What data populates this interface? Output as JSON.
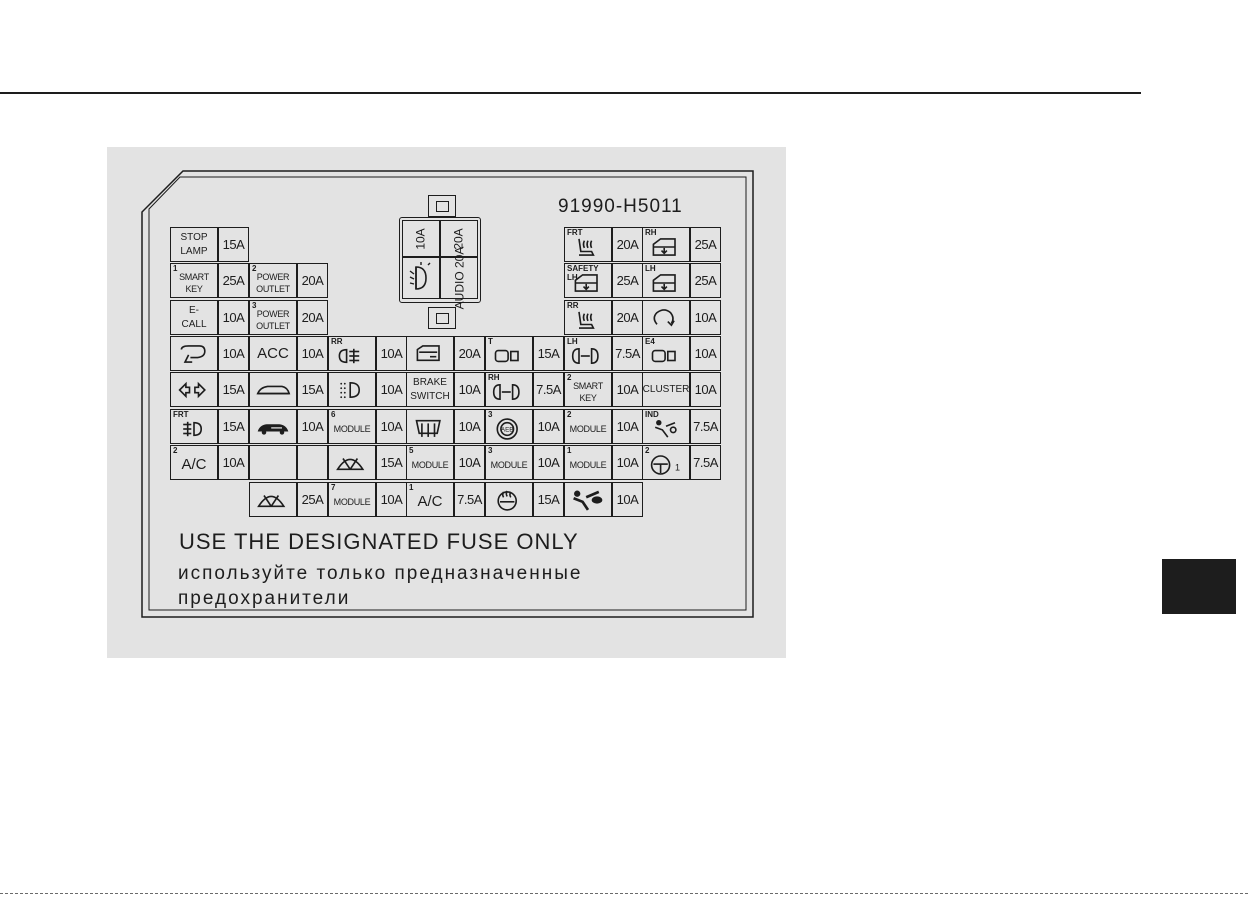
{
  "part_number": "91990-H5011",
  "warning_en": "USE THE DESIGNATED FUSE ONLY",
  "warning_ru_1": "используйте только предназначенные",
  "warning_ru_2": "предохранители",
  "relay": {
    "top_left": "10A",
    "top_right": "20A",
    "bottom_right": "AUDIO 20A"
  },
  "cells": [
    {
      "id": "c1",
      "type": "text",
      "t": "STOP\nLAMP"
    },
    {
      "id": "c2",
      "type": "text",
      "tag": "1",
      "t": "SMART\nKEY"
    },
    {
      "id": "c3",
      "type": "text",
      "tag": "2",
      "t": "POWER\nOUTLET"
    },
    {
      "id": "c4",
      "type": "text",
      "t": "E-\nCALL"
    },
    {
      "id": "c5",
      "type": "text",
      "tag": "3",
      "t": "POWER\nOUTLET"
    },
    {
      "id": "c6",
      "type": "icon",
      "icon": "mirror-fold-icon"
    },
    {
      "id": "c7",
      "type": "text",
      "t": "ACC",
      "big": true
    },
    {
      "id": "c8",
      "type": "icon",
      "icon": "rear-fog-icon",
      "tag": "RR"
    },
    {
      "id": "c9",
      "type": "icon",
      "icon": "door-lock-icon"
    },
    {
      "id": "c10",
      "type": "icon",
      "icon": "engine-tcu-icon",
      "tag": "T"
    },
    {
      "id": "c11",
      "type": "icon",
      "icon": "headlamp-icon",
      "tag": "LH"
    },
    {
      "id": "c12",
      "type": "icon",
      "icon": "engine-ecu-icon",
      "tag": "E4"
    },
    {
      "id": "c13",
      "type": "icon",
      "icon": "turn-signal-icon"
    },
    {
      "id": "c14",
      "type": "icon",
      "icon": "sunroof-icon"
    },
    {
      "id": "c15",
      "type": "icon",
      "icon": "high-beam-icon"
    },
    {
      "id": "c16",
      "type": "text",
      "t": "BRAKE\nSWITCH"
    },
    {
      "id": "c17",
      "type": "icon",
      "icon": "headlamp-icon",
      "tag": "RH"
    },
    {
      "id": "c18",
      "type": "text",
      "tag": "2",
      "t": "SMART\nKEY"
    },
    {
      "id": "c19",
      "type": "text",
      "t": "CLUSTER"
    },
    {
      "id": "c20",
      "type": "icon",
      "icon": "front-fog-icon",
      "tag": "FRT"
    },
    {
      "id": "c21",
      "type": "icon",
      "icon": "car-key-icon"
    },
    {
      "id": "c22",
      "type": "text",
      "tag": "6",
      "t": "MODULE"
    },
    {
      "id": "c23",
      "type": "icon",
      "icon": "rear-defrost-icon"
    },
    {
      "id": "c24",
      "type": "icon",
      "icon": "aeb-icon",
      "tag": "3"
    },
    {
      "id": "c25",
      "type": "text",
      "tag": "2",
      "t": "MODULE"
    },
    {
      "id": "c26",
      "type": "icon",
      "icon": "airbag-indicator-icon",
      "tag": "IND"
    },
    {
      "id": "c27",
      "type": "text",
      "tag": "2",
      "t": "A/C",
      "big": true
    },
    {
      "id": "c28",
      "type": "blank"
    },
    {
      "id": "c29",
      "type": "blank"
    },
    {
      "id": "c30",
      "type": "icon",
      "icon": "front-wiper-icon"
    },
    {
      "id": "c31",
      "type": "text",
      "tag": "5",
      "t": "MODULE"
    },
    {
      "id": "c32",
      "type": "text",
      "tag": "3",
      "t": "MODULE"
    },
    {
      "id": "c33",
      "type": "text",
      "tag": "1",
      "t": "MODULE"
    },
    {
      "id": "c34",
      "type": "icon",
      "icon": "steering-wheel-icon",
      "tag": "2"
    },
    {
      "id": "c35",
      "type": "icon",
      "icon": "front-wiper-icon"
    },
    {
      "id": "c36",
      "type": "text",
      "tag": "7",
      "t": "MODULE"
    },
    {
      "id": "c37",
      "type": "text",
      "tag": "1",
      "t": "A/C",
      "big": true
    },
    {
      "id": "c38",
      "type": "icon",
      "icon": "heated-steering-icon"
    },
    {
      "id": "c39",
      "type": "icon",
      "icon": "airbag-icon"
    },
    {
      "id": "c40",
      "type": "icon",
      "icon": "heated-seat-icon",
      "tag": "FRT"
    },
    {
      "id": "c41",
      "type": "icon",
      "icon": "power-window-icon",
      "tag": "RH"
    },
    {
      "id": "c42",
      "type": "icon",
      "icon": "power-window-icon",
      "tag": "SAFETY\nLH"
    },
    {
      "id": "c43",
      "type": "icon",
      "icon": "power-window-icon",
      "tag": "LH"
    },
    {
      "id": "c44",
      "type": "icon",
      "icon": "heated-seat-icon",
      "tag": "RR"
    },
    {
      "id": "c45",
      "type": "icon",
      "icon": "rotate-arrow-icon"
    }
  ],
  "amps": [
    "15A",
    "25A",
    "20A",
    "10A",
    "20A",
    "10A",
    "10A",
    "10A",
    "20A",
    "15A",
    "7.5A",
    "10A",
    "15A",
    "15A",
    "10A",
    "10A",
    "7.5A",
    "10A",
    "10A",
    "15A",
    "10A",
    "10A",
    "10A",
    "10A",
    "10A",
    "7.5A",
    "10A",
    "15A",
    "10A",
    "10A",
    "10A",
    "7.5A",
    "25A",
    "10A",
    "7.5A",
    "15A",
    "10A",
    "20A",
    "25A",
    "25A",
    "25A",
    "20A",
    "10A"
  ]
}
